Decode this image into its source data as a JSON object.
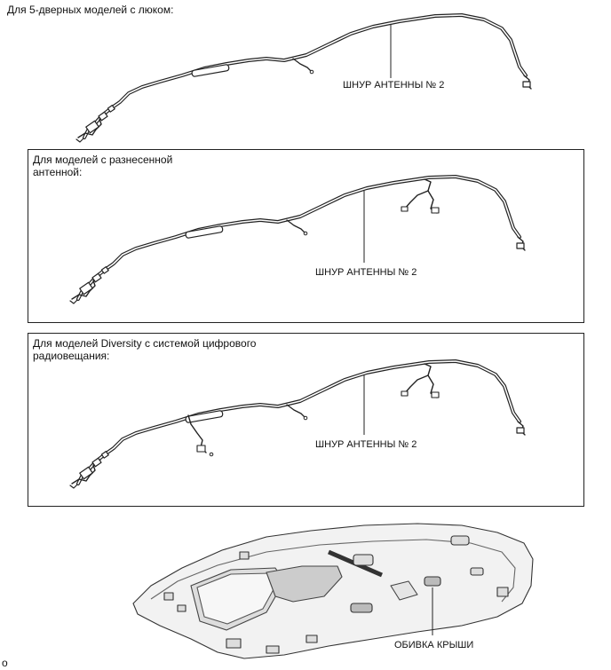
{
  "sections": [
    {
      "caption": "Для 5-дверных моделей с люком:",
      "callout": "ШНУР АНТЕННЫ № 2"
    },
    {
      "caption": "Для моделей с разнесенной\nантенной:",
      "callout": "ШНУР АНТЕННЫ № 2"
    },
    {
      "caption": "Для моделей Diversity с системой цифрового\nрадиовещания:",
      "callout": "ШНУР АНТЕННЫ № 2"
    }
  ],
  "headliner": {
    "callout": "ОБИВКА КРЫШИ"
  },
  "corner_mark": "o"
}
